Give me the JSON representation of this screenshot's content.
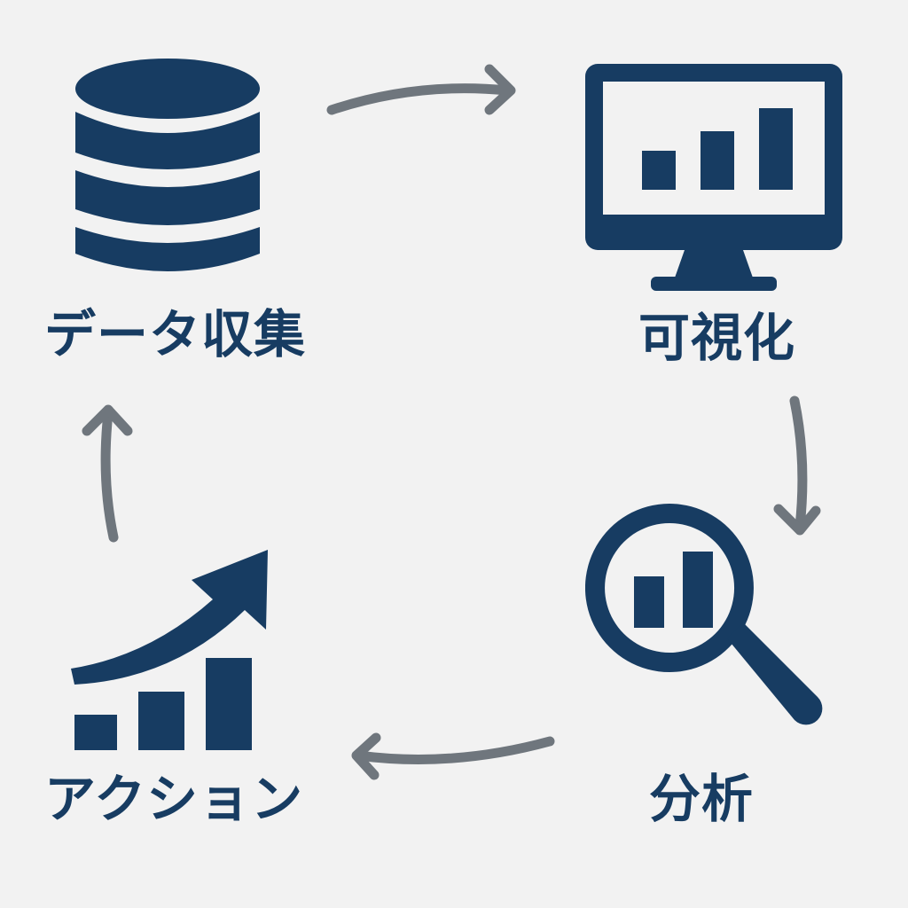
{
  "colors": {
    "primary": "#173c62",
    "arrow": "#6f767d",
    "background": "#f2f2f2"
  },
  "cycle": {
    "nodes": [
      {
        "id": "collect",
        "label": "データ収集",
        "icon": "database-icon"
      },
      {
        "id": "visualize",
        "label": "可視化",
        "icon": "monitor-chart-icon"
      },
      {
        "id": "analyze",
        "label": "分析",
        "icon": "magnifier-chart-icon"
      },
      {
        "id": "action",
        "label": "アクション",
        "icon": "growth-chart-icon"
      }
    ],
    "arrows": [
      {
        "from": "collect",
        "to": "visualize"
      },
      {
        "from": "visualize",
        "to": "analyze"
      },
      {
        "from": "analyze",
        "to": "action"
      },
      {
        "from": "action",
        "to": "collect"
      }
    ]
  }
}
